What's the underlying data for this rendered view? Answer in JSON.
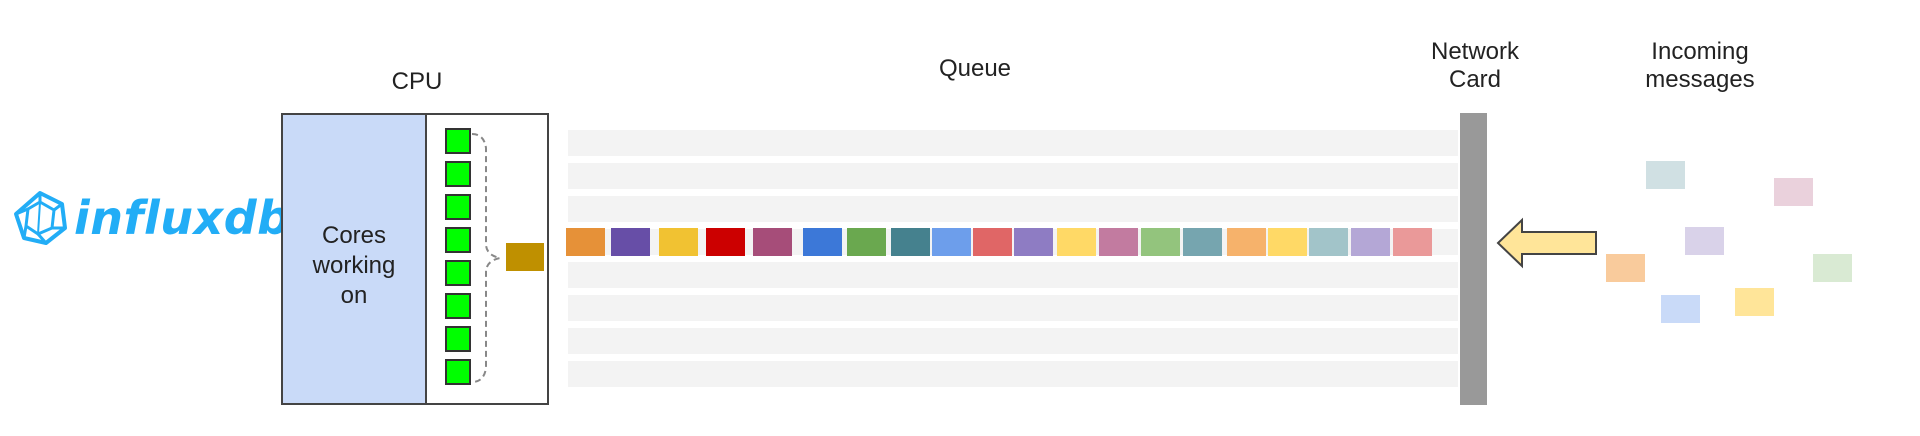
{
  "logo": {
    "text": "influxdb",
    "icon": "influxdb-cube-icon",
    "color": "#22adf6"
  },
  "labels": {
    "cpu": "CPU",
    "queue": "Queue",
    "network_card_line1": "Network",
    "network_card_line2": "Card",
    "incoming_line1": "Incoming",
    "incoming_line2": "messages",
    "cores_line1": "Cores",
    "cores_line2": "working",
    "cores_line3": "on"
  },
  "cores": {
    "count": 8,
    "color": "#00ff00"
  },
  "current_task": {
    "color": "#bf9000"
  },
  "queue": {
    "lanes": 8,
    "messages": [
      "#e69138",
      "#674ea7",
      "#f1c232",
      "#cc0000",
      "#a64d79",
      "#3c78d8",
      "#6aa84f",
      "#45818e",
      "#6d9eeb",
      "#e06666",
      "#8e7cc3",
      "#ffd966",
      "#c27ba0",
      "#93c47d",
      "#76a5af",
      "#f6b26b",
      "#ffd966",
      "#a2c4c9",
      "#b4a7d6",
      "#ea9999"
    ]
  },
  "incoming_messages": [
    "#d0e0e3",
    "#ead1dc",
    "#d9d2e9",
    "#f9cb9c",
    "#d9ead3",
    "#c9daf8",
    "#ffe599"
  ],
  "arrow": {
    "fill": "#ffe599",
    "stroke": "#444444",
    "icon": "arrow-left-icon"
  },
  "colors": {
    "cpu_cores_panel": "#c9daf8",
    "network_card": "#999999",
    "lane": "#f3f3f3"
  }
}
